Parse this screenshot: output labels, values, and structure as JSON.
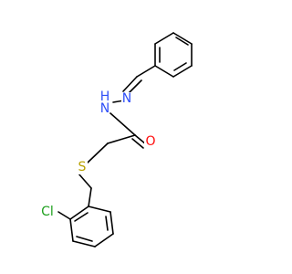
{
  "molecule": {
    "atoms": [
      {
        "id": "N1",
        "label": "N",
        "color": "#3050F8"
      },
      {
        "id": "N2",
        "label": "N",
        "color": "#3050F8"
      },
      {
        "id": "H1",
        "label": "H",
        "color": "#3050F8"
      },
      {
        "id": "O1",
        "label": "O",
        "color": "#FF0D0D"
      },
      {
        "id": "S1",
        "label": "S",
        "color": "#B8A100"
      },
      {
        "id": "Cl1",
        "label": "Cl",
        "color": "#1FA01F"
      }
    ]
  }
}
